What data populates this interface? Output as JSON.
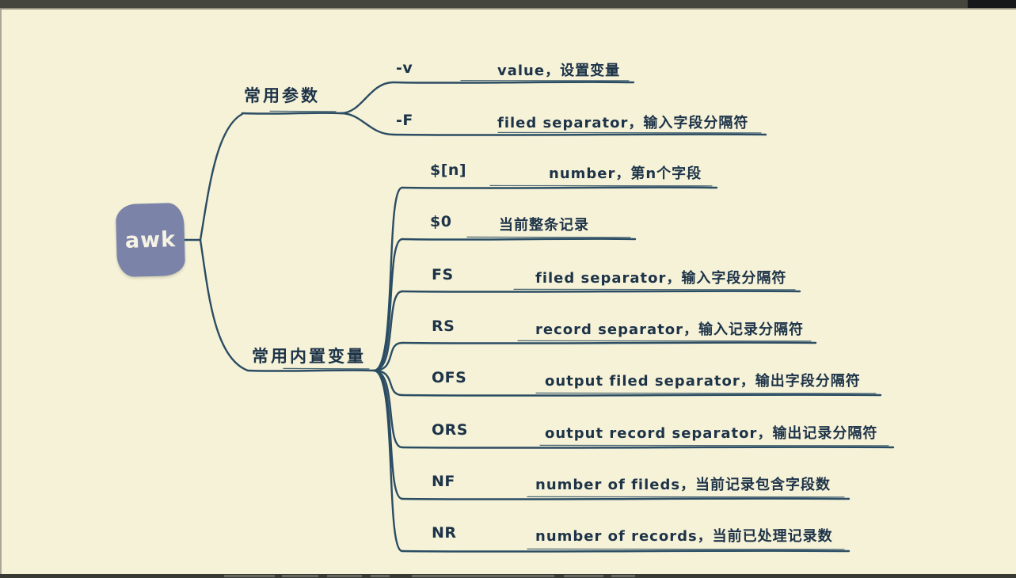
{
  "root": {
    "label": "awk"
  },
  "branches": [
    {
      "label": "常用参数",
      "children": [
        {
          "term": "-v",
          "desc": "value，设置变量"
        },
        {
          "term": "-F",
          "desc": "filed separator，输入字段分隔符"
        }
      ]
    },
    {
      "label": "常用内置变量",
      "children": [
        {
          "term": "$[n]",
          "desc": "number，第n个字段"
        },
        {
          "term": "$0",
          "desc": "当前整条记录"
        },
        {
          "term": "FS",
          "desc": "filed separator，输入字段分隔符"
        },
        {
          "term": "RS",
          "desc": "record separator，输入记录分隔符"
        },
        {
          "term": "OFS",
          "desc": "output filed separator，输出字段分隔符"
        },
        {
          "term": "ORS",
          "desc": "output record separator，输出记录分隔符"
        },
        {
          "term": "NF",
          "desc": "number of fileds，当前记录包含字段数"
        },
        {
          "term": "NR",
          "desc": "number of records，当前已处理记录数"
        }
      ]
    }
  ],
  "colors": {
    "background": "#f6f2d8",
    "line": "#2b4d63",
    "text": "#1d3348",
    "node_fill": "#7b84a8",
    "node_text": "#f7f3e4",
    "top_bar": "#45453e",
    "top_bar_dark": "#17181a",
    "bottom_bar": "#3a3a34"
  }
}
